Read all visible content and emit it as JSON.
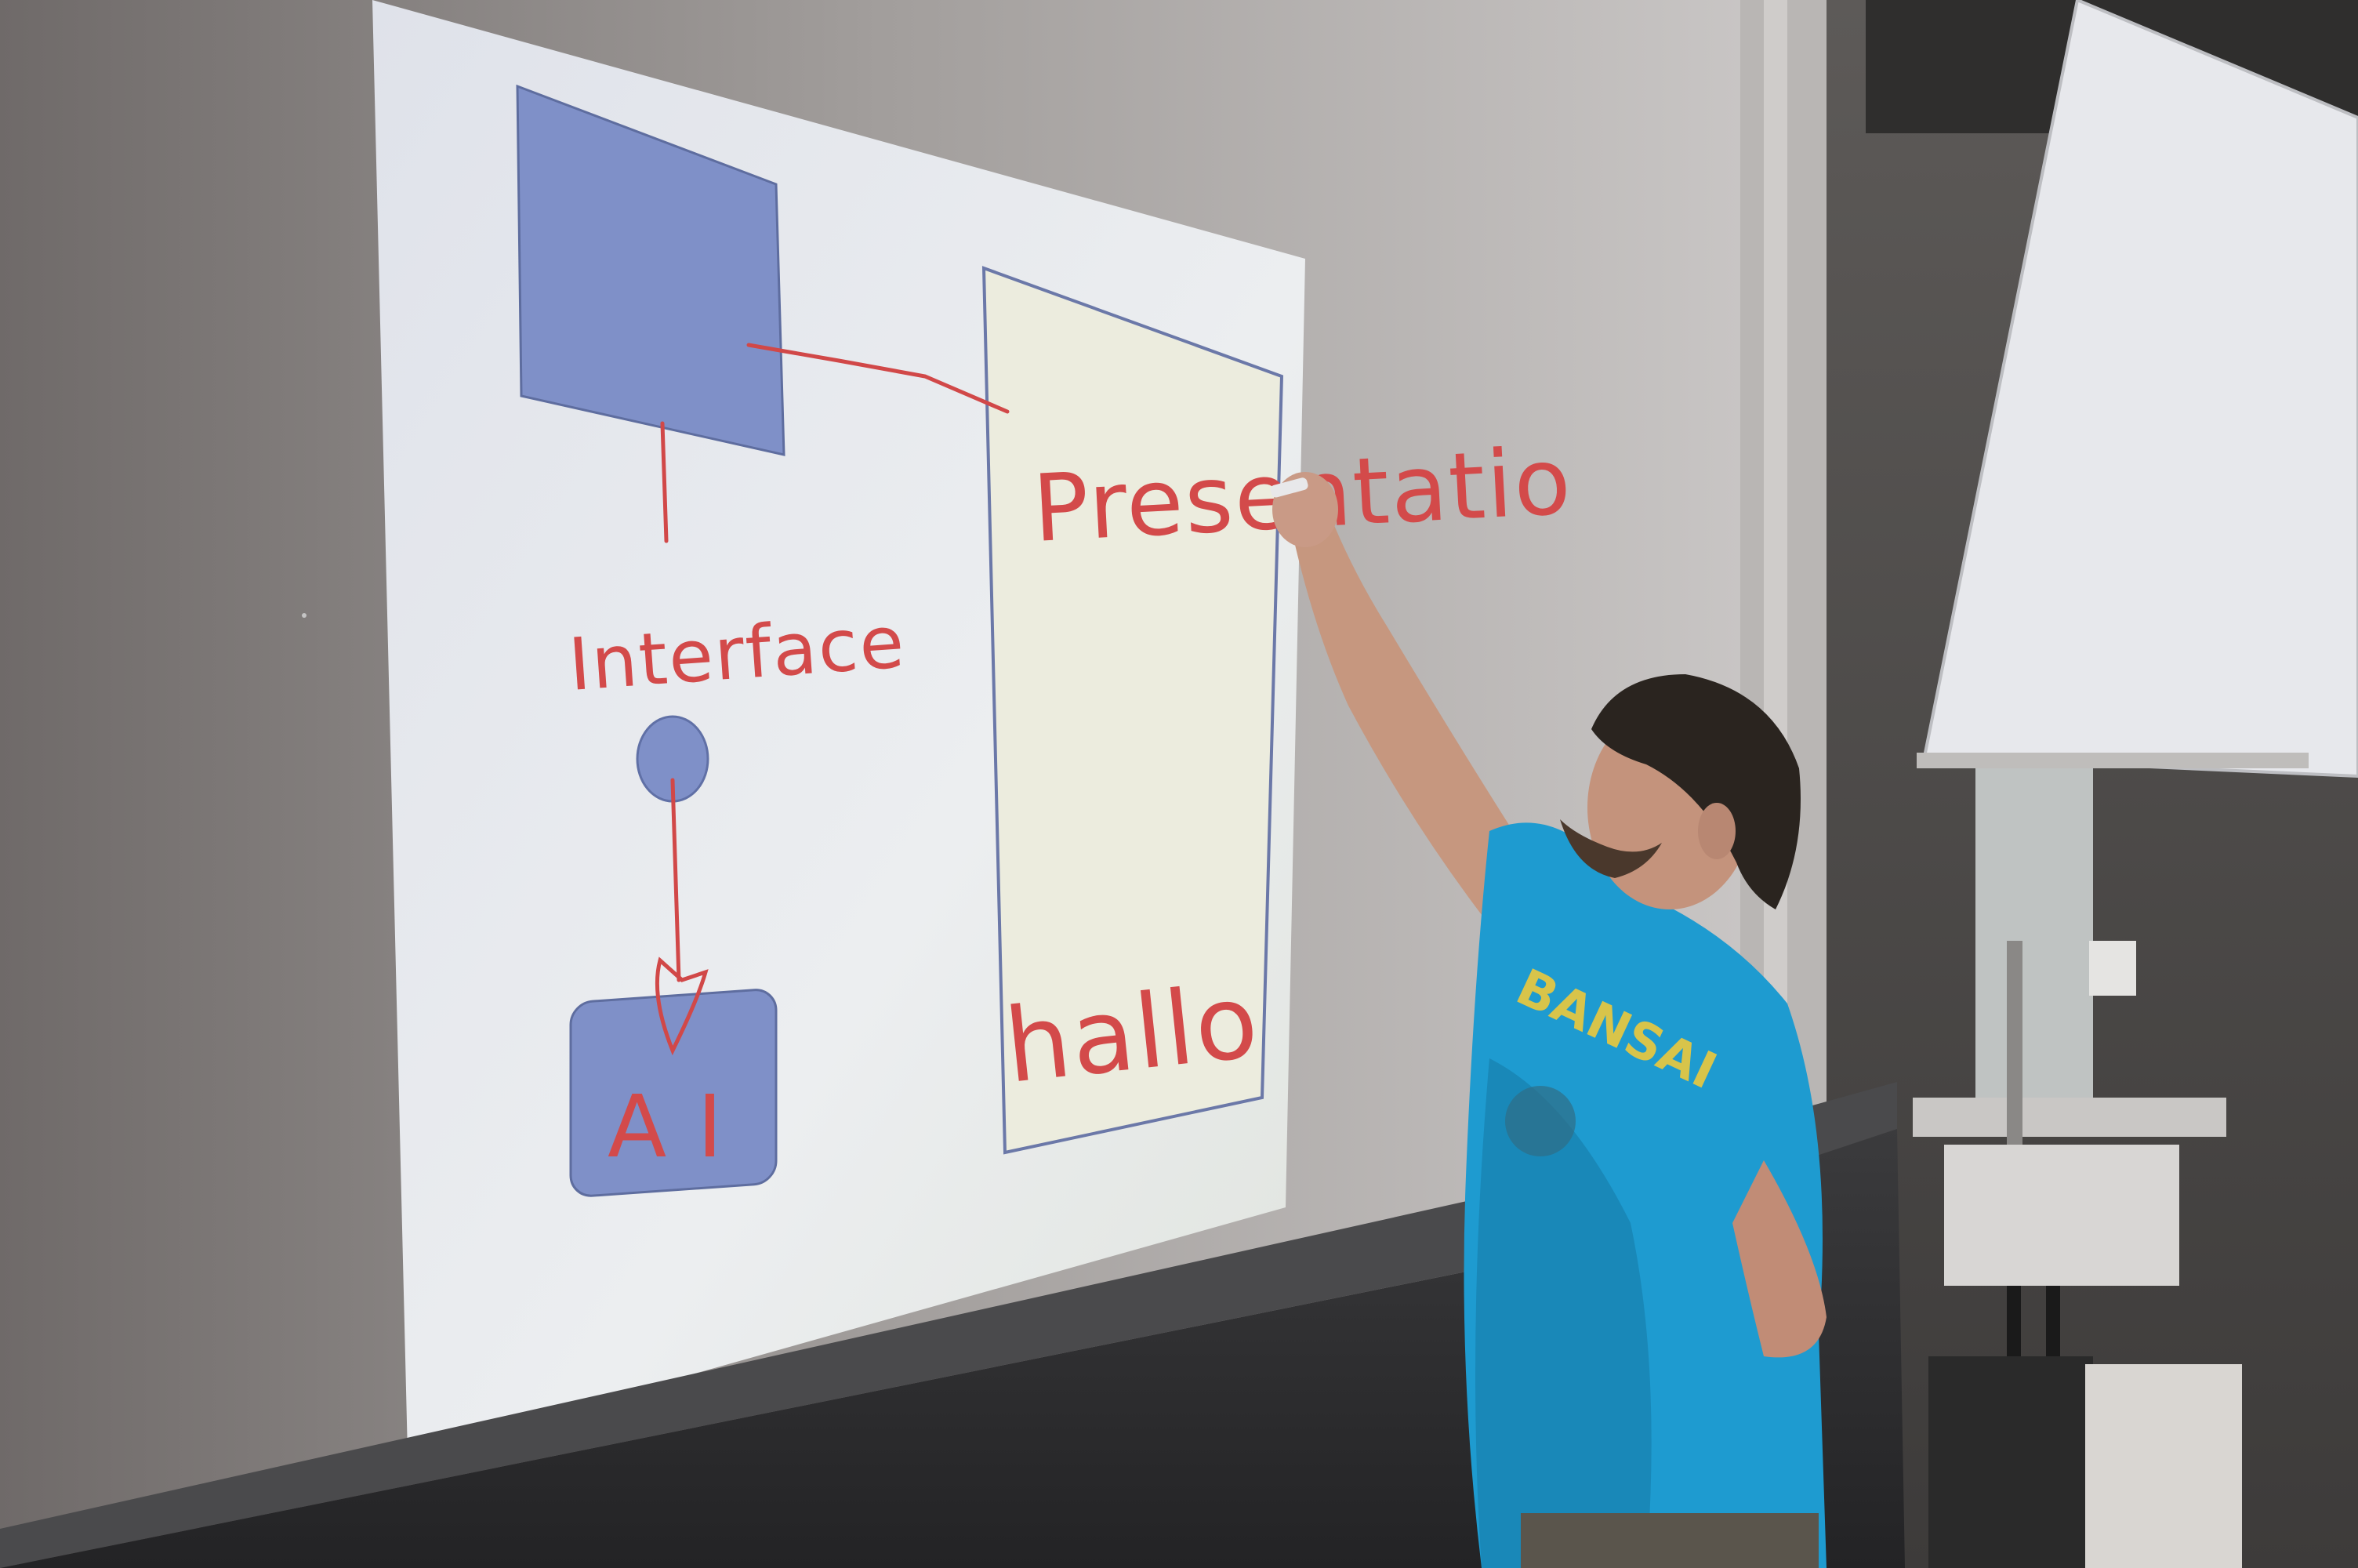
{
  "photo": {
    "colors": {
      "wall": "#8d8886",
      "wall_light": "#cfcccc",
      "projection": "#e6e8ec",
      "shape_fill": "#7d8fc9",
      "shape_stroke": "#5f6f9e",
      "ink": "#d34a4a",
      "shirt": "#1e9bd0",
      "skin": "#c99a86",
      "hair": "#2a241f",
      "rail": "#3a3a3c",
      "screen_right": "#e9eaee"
    },
    "whiteboard": {
      "labels": {
        "presentation": "Presentatio",
        "interface": "Interface",
        "ai": "A I",
        "hallo": "hallo"
      }
    },
    "shirt_print": {
      "text": "BANSAI"
    }
  }
}
